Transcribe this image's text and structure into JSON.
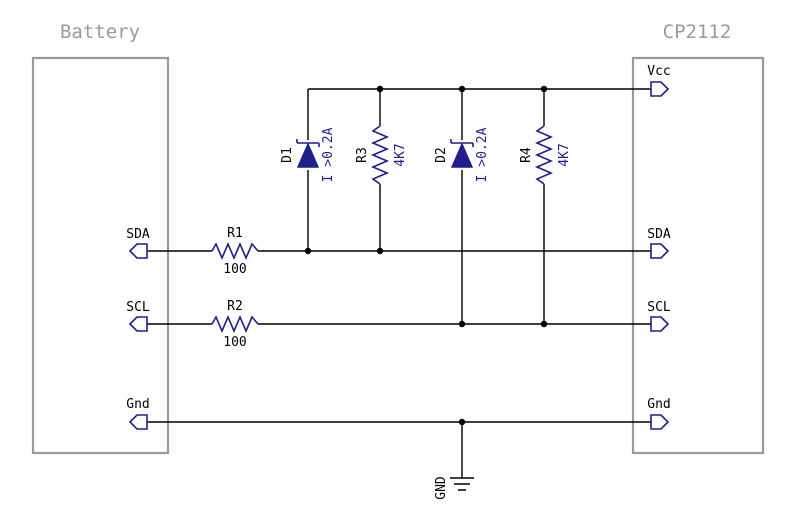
{
  "blocks": {
    "battery": {
      "title": "Battery"
    },
    "cp2112": {
      "title": "CP2112"
    }
  },
  "ports": {
    "battery_sda": "SDA",
    "battery_scl": "SCL",
    "battery_gnd": "Gnd",
    "cp_vcc": "Vcc",
    "cp_sda": "SDA",
    "cp_scl": "SCL",
    "cp_gnd": "Gnd"
  },
  "components": {
    "r1": {
      "ref": "R1",
      "value": "100"
    },
    "r2": {
      "ref": "R2",
      "value": "100"
    },
    "r3": {
      "ref": "R3",
      "value": "4K7"
    },
    "r4": {
      "ref": "R4",
      "value": "4K7"
    },
    "d1": {
      "ref": "D1",
      "value": "I >0.2A"
    },
    "d2": {
      "ref": "D2",
      "value": "I >0.2A"
    }
  },
  "ground": {
    "label": "GND"
  },
  "colors": {
    "wire": "#000000",
    "component": "#1e1e8c",
    "block": "#9a9a9a"
  }
}
